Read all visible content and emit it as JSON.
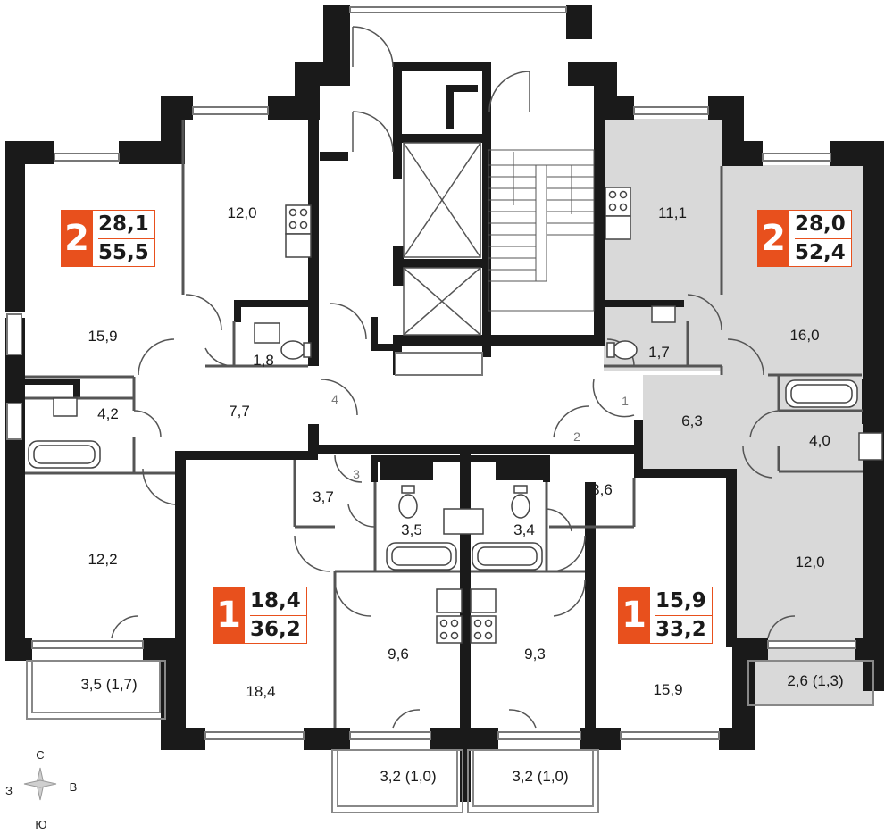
{
  "apartments": [
    {
      "id": "apt-left-top",
      "rooms": "2",
      "living_area": "28,1",
      "total_area": "55,5",
      "badge_color": "#e8501d"
    },
    {
      "id": "apt-right-top",
      "rooms": "2",
      "living_area": "28,0",
      "total_area": "52,4",
      "badge_color": "#e8501d"
    },
    {
      "id": "apt-left-mid",
      "rooms": "1",
      "living_area": "18,4",
      "total_area": "36,2",
      "badge_color": "#e8501d"
    },
    {
      "id": "apt-right-mid",
      "rooms": "1",
      "living_area": "15,9",
      "total_area": "33,2",
      "badge_color": "#e8501d"
    }
  ],
  "rooms": {
    "r12_0_top": "12,0",
    "r15_9_left": "15,9",
    "r1_8": "1,8",
    "r4_2": "4,2",
    "r7_7": "7,7",
    "r12_2": "12,2",
    "r3_5_balcony": "3,5 (1,7)",
    "r18_4": "18,4",
    "r3_7": "3,7",
    "r3_5": "3,5",
    "r9_6": "9,6",
    "r3_2_left": "3,2 (1,0)",
    "r3_4": "3,4",
    "r9_3": "9,3",
    "r3_2_right": "3,2 (1,0)",
    "r3_6": "3,6",
    "r15_9_right": "15,9",
    "r11_1": "11,1",
    "r1_7": "1,7",
    "r16_0": "16,0",
    "r6_3": "6,3",
    "r4_0": "4,0",
    "r12_0_right": "12,0",
    "r2_6_balcony": "2,6 (1,3)"
  },
  "entrances": [
    "1",
    "2",
    "3",
    "4"
  ],
  "compass": {
    "north": "С",
    "south": "Ю",
    "east": "В",
    "west": "З"
  },
  "colors": {
    "wall": "#1a1a1a",
    "highlight_fill": "#d9d9d9",
    "accent": "#e8501d"
  }
}
